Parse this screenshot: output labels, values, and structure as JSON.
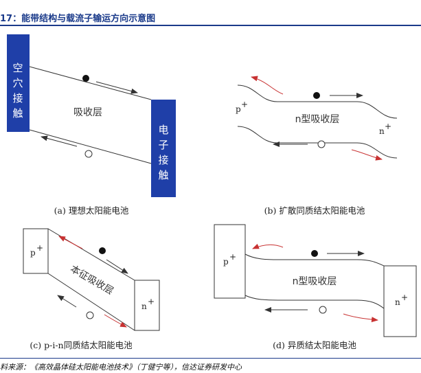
{
  "header": {
    "title": "17：能带结构与载流子输运方向示意图"
  },
  "footer": {
    "source": "料来源：《高效晶体硅太阳能电池技术》（丁健宁等），信达证券研发中心"
  },
  "panels": {
    "a": {
      "caption": "(a) 理想太阳能电池",
      "left_contact": [
        "空",
        "穴",
        "接",
        "触"
      ],
      "right_contact": [
        "电",
        "子",
        "接",
        "触"
      ],
      "layer": "吸收层"
    },
    "b": {
      "caption": "(b) 扩散同质结太阳能电池",
      "p_label": "p",
      "n_label": "n",
      "layer": "n型吸收层"
    },
    "c": {
      "caption": "(c) p-i-n同质结太阳能电池",
      "p_label": "p",
      "n_label": "n",
      "layer": "本征吸收层"
    },
    "d": {
      "caption": "(d) 异质结太阳能电池",
      "p_label": "p",
      "n_label": "n",
      "layer": "n型吸收层"
    },
    "superscript_plus": "+"
  },
  "colors": {
    "title_blue": "#1a3a8a",
    "contact_blue": "#1f3fa8",
    "arrow_red": "#c83232",
    "line": "#333333"
  }
}
